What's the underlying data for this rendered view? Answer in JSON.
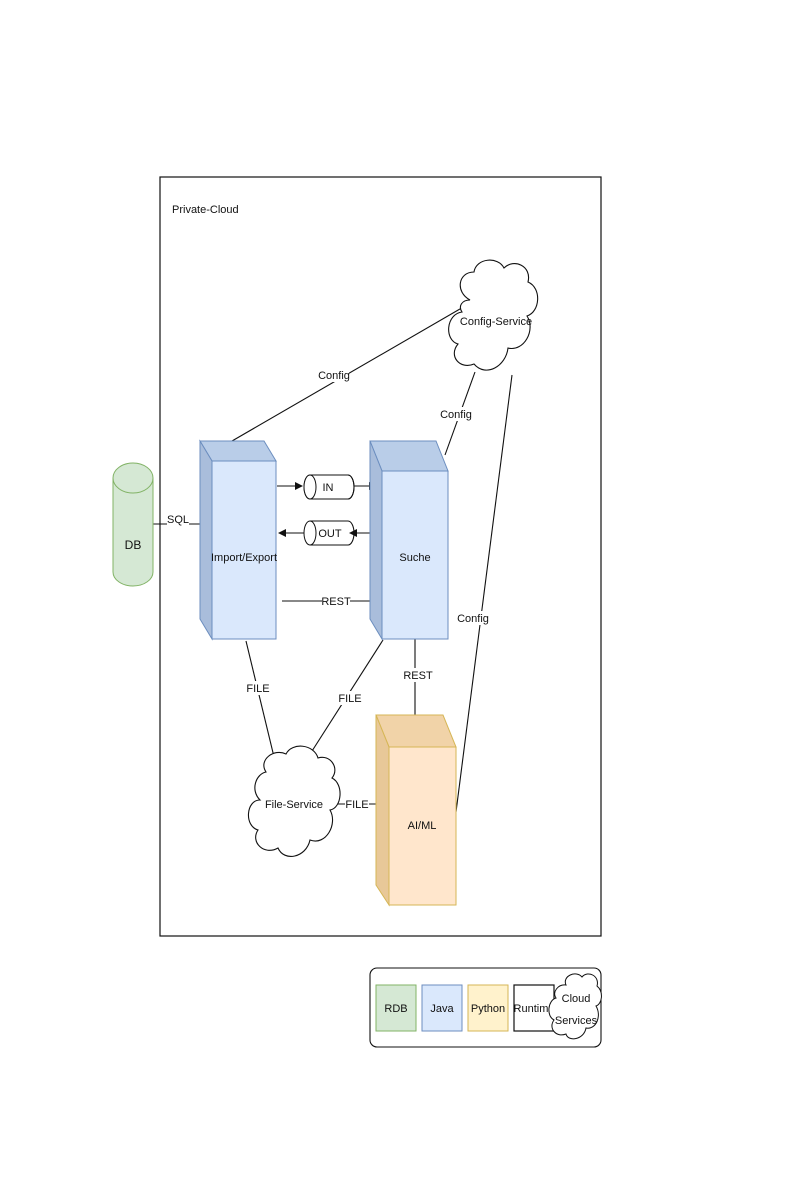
{
  "container": {
    "label": "Private-Cloud"
  },
  "nodes": {
    "db": {
      "label": "DB"
    },
    "import_export": {
      "label": "Import/Export"
    },
    "suche": {
      "label": "Suche"
    },
    "aiml": {
      "label": "AI/ML"
    },
    "config_service": {
      "label": "Config-Service"
    },
    "file_service": {
      "label": "File-Service"
    },
    "queue_in": {
      "label": "IN"
    },
    "queue_out": {
      "label": "OUT"
    }
  },
  "edges": {
    "sql": "SQL",
    "config_ie": "Config",
    "config_suche": "Config",
    "config_aiml": "Config",
    "rest_ie_suche": "REST",
    "rest_suche_aiml": "REST",
    "file_ie": "FILE",
    "file_suche": "FILE",
    "file_aiml": "FILE"
  },
  "legend": {
    "items": [
      "RDB",
      "Java",
      "Python",
      "Runtime"
    ],
    "cloud_line1": "Cloud",
    "cloud_line2": "Services"
  },
  "colors": {
    "rdb": "#d5e8d4",
    "rdb_border": "#82b366",
    "java": "#dae8fc",
    "java_border": "#6c8ebf",
    "python": "#ffe6cc",
    "python_border": "#d6b656"
  }
}
